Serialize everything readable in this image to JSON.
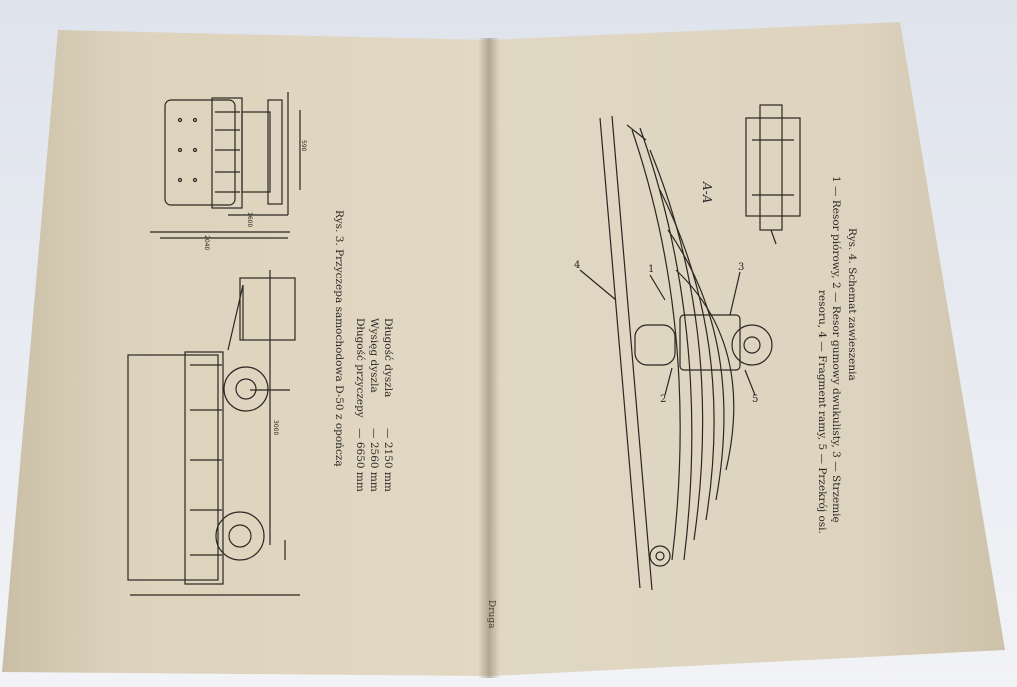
{
  "left_page": {
    "caption": "Rys. 3. Przyczepa samochodowa D-50 z opończą",
    "specs": [
      {
        "label": "Długość przyczepy",
        "value": "— 6650 mm"
      },
      {
        "label": "Wysięg dyszla",
        "value": "— 2560 mm"
      },
      {
        "label": "Długość dyszla",
        "value": "— 2150 mm"
      }
    ],
    "dim_labels": [
      "590",
      "1600",
      "2040",
      "3000"
    ]
  },
  "right_page": {
    "section_label": "A-A",
    "caption_title": "Rys. 4. Schemat zawieszenia",
    "caption_lines": [
      "1 — Resor piórowy, 2 — Resor gumowy dwukulisty, 3 — Strzemię",
      "resoru, 4 — Fragment ramy, 5 — Przekrój osi."
    ],
    "callouts": [
      "4",
      "1",
      "3",
      "2",
      "5"
    ]
  },
  "spine_text": "Druga"
}
